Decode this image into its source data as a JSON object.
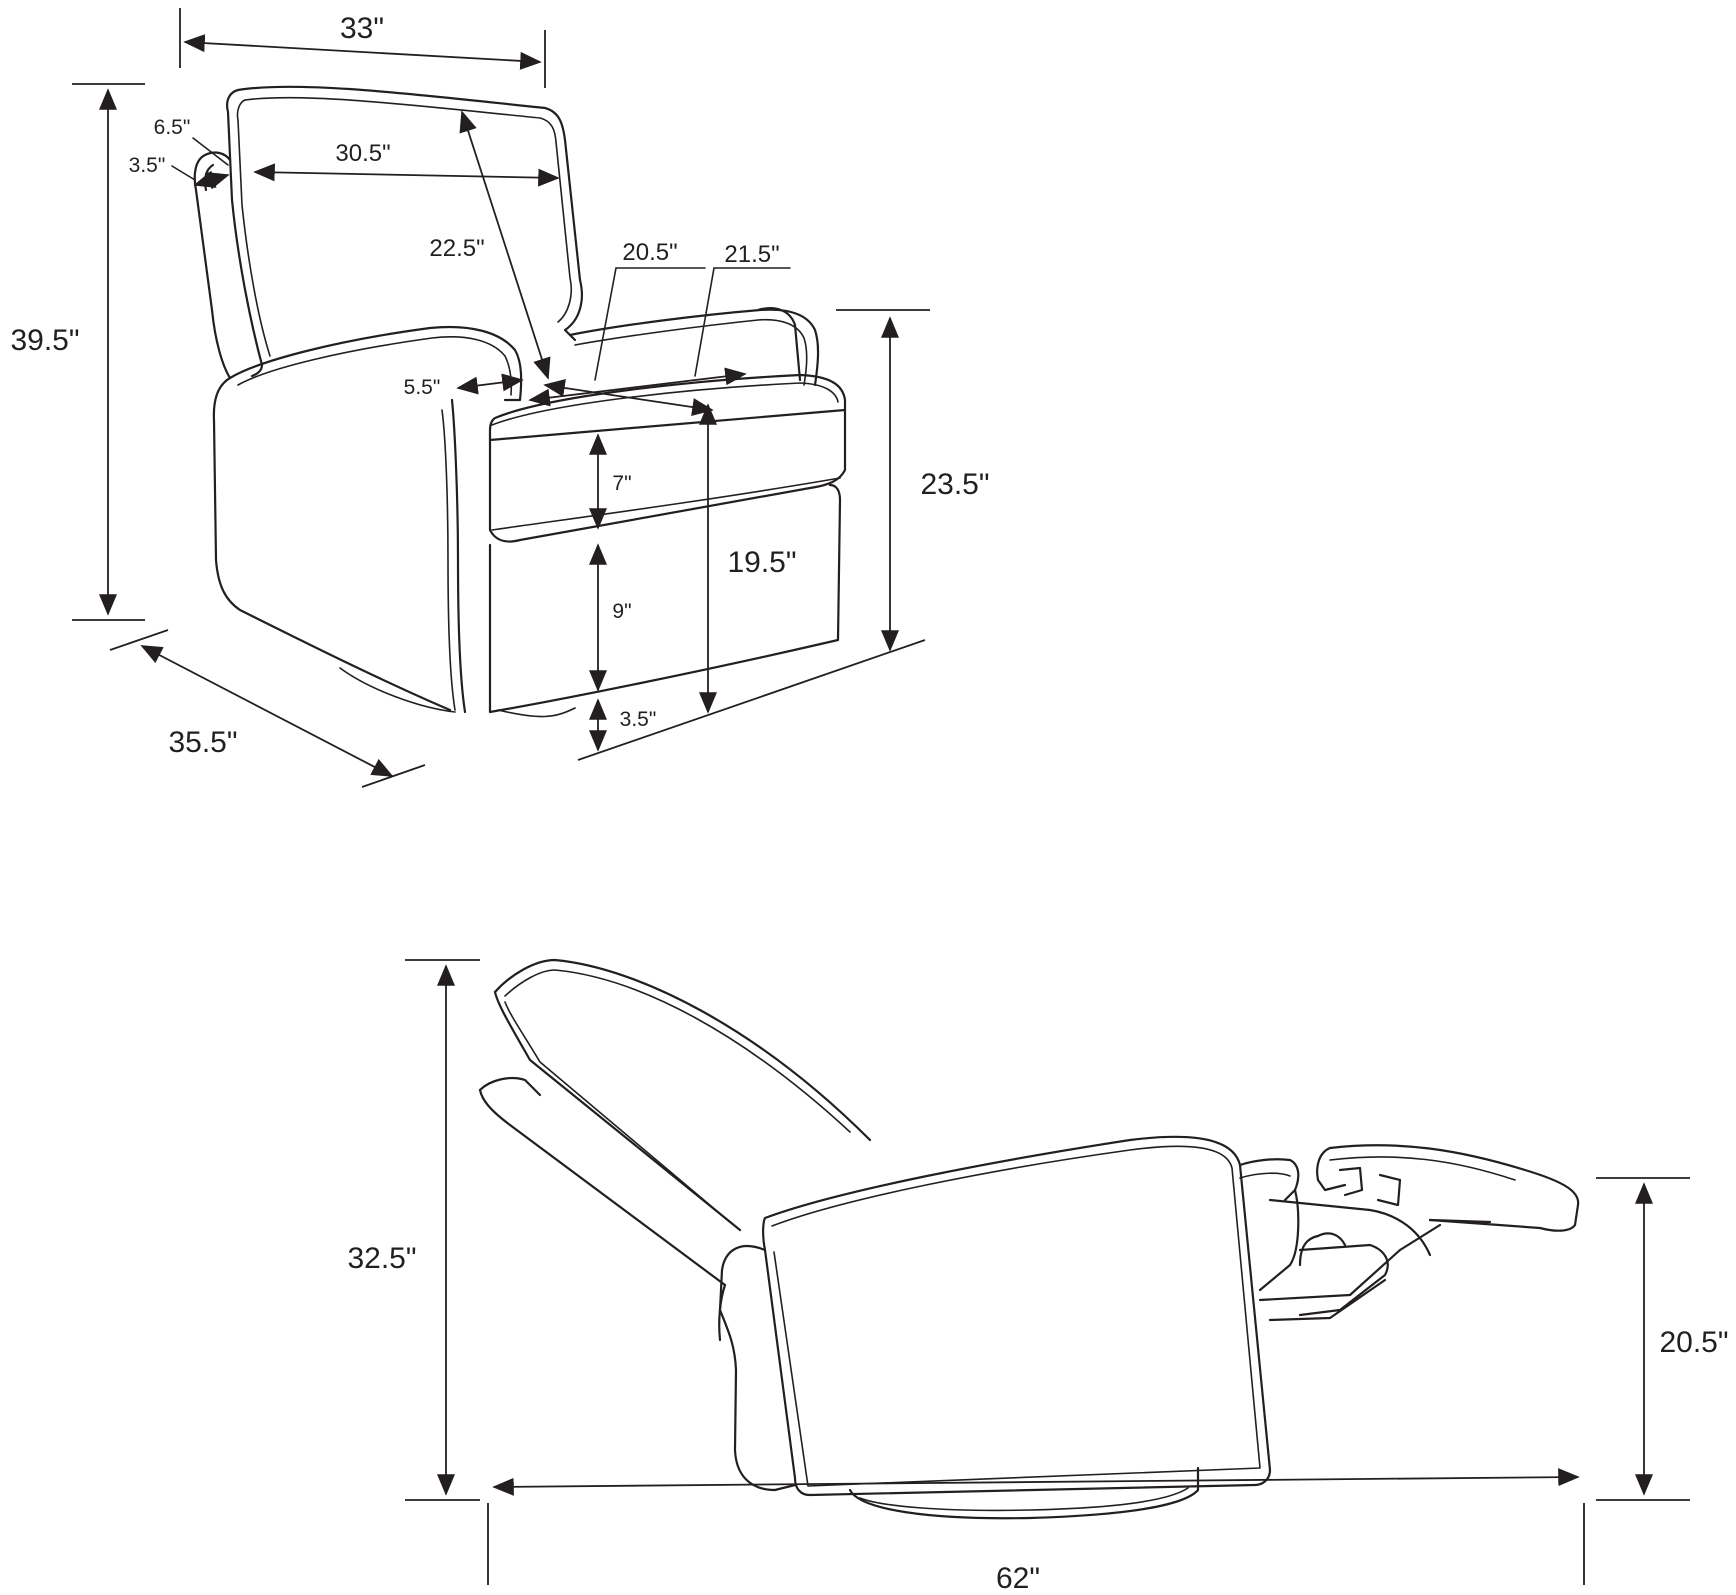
{
  "diagram": {
    "upright_view": {
      "labels": {
        "overall_width": "33\"",
        "overall_height": "39.5\"",
        "overall_depth": "35.5\"",
        "arm_top_width": "6.5\"",
        "arm_front_width": "3.5\"",
        "back_width": "30.5\"",
        "back_height": "22.5\"",
        "seat_depth": "20.5\"",
        "seat_width": "21.5\"",
        "arm_height_from_seat": "5.5\"",
        "cushion_thickness": "7\"",
        "base_height": "9\"",
        "floor_clearance": "3.5\"",
        "seat_height": "19.5\"",
        "arm_height": "23.5\""
      }
    },
    "reclined_view": {
      "labels": {
        "reclined_height": "32.5\"",
        "footrest_height": "20.5\"",
        "reclined_length": "62\""
      }
    }
  }
}
